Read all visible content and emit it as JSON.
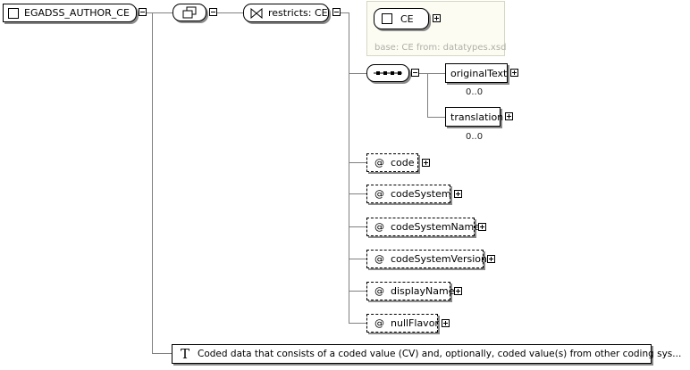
{
  "root": {
    "label": "EGADSS_AUTHOR_CE"
  },
  "restriction": {
    "label": "restricts: CE"
  },
  "base_panel": {
    "ce_label": "CE",
    "base_text": "base: CE from: datatypes.xsd"
  },
  "sequence": {
    "elements": [
      {
        "label": "originalText",
        "occurrence": "0..0"
      },
      {
        "label": "translation",
        "occurrence": "0..0"
      }
    ]
  },
  "attributes": [
    {
      "at": "@",
      "label": "code"
    },
    {
      "at": "@",
      "label": "codeSystem"
    },
    {
      "at": "@",
      "label": "codeSystemName"
    },
    {
      "at": "@",
      "label": "codeSystemVersion"
    },
    {
      "at": "@",
      "label": "displayName"
    },
    {
      "at": "@",
      "label": "nullFlavor"
    }
  ],
  "annotation": {
    "icon": "T",
    "text": "Coded data that consists of a coded value (CV) and, optionally, coded value(s) from other coding sys..."
  }
}
